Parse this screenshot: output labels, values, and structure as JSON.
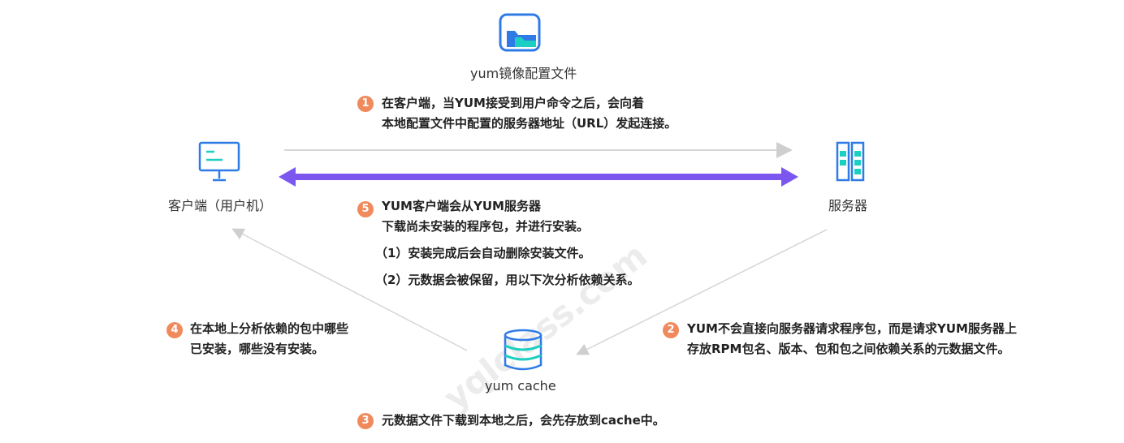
{
  "nodes": {
    "config_file": "yum镜像配置文件",
    "client": "客户端（用户机）",
    "server": "服务器",
    "cache": "yum cache"
  },
  "steps": [
    {
      "num": "1",
      "lines": [
        "在客户端，当YUM接受到用户命令之后，会向着",
        "本地配置文件中配置的服务器地址（URL）发起连接。"
      ]
    },
    {
      "num": "2",
      "lines": [
        "YUM不会直接向服务器请求程序包，而是请求YUM服务器上",
        "存放RPM包名、版本、包和包之间依赖关系的元数据文件。"
      ]
    },
    {
      "num": "3",
      "lines": [
        "元数据文件下载到本地之后，会先存放到cache中。"
      ]
    },
    {
      "num": "4",
      "lines": [
        "在本地上分析依赖的包中哪些",
        "已安装，哪些没有安装。"
      ]
    },
    {
      "num": "5",
      "lines": [
        "YUM客户端会从YUM服务器",
        "下载尚未安装的程序包，并进行安装。"
      ]
    }
  ],
  "sub_notes": [
    "（1）安装完成后会自动删除安装文件。",
    "（2）元数据会被保留，用以下次分析依赖关系。"
  ],
  "watermark": "yqlclass.com",
  "colors": {
    "accent_purple": "#7b57f0",
    "badge_orange": "#f08a5d",
    "icon_blue": "#2f7be6",
    "icon_teal": "#1ccfc0",
    "arrow_gray": "#d0d0d0"
  },
  "icons": [
    "folder-icon",
    "monitor-icon",
    "server-icon",
    "database-icon"
  ]
}
